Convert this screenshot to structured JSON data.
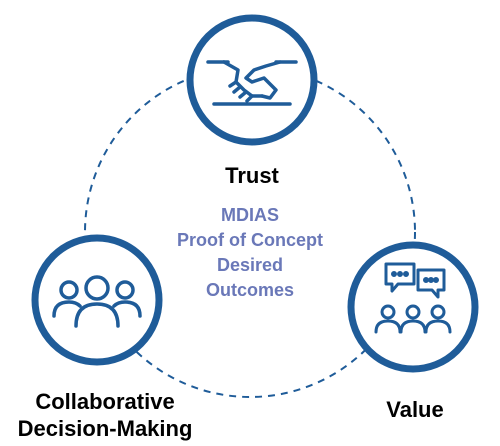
{
  "colors": {
    "primary": "#1f5c99",
    "center_text": "#6a78b8",
    "label": "#000000"
  },
  "nodes": {
    "trust": {
      "label": "Trust",
      "icon": "handshake-icon"
    },
    "collaborative": {
      "label_line1": "Collaborative",
      "label_line2": "Decision-Making",
      "icon": "people-group-icon"
    },
    "value": {
      "label": "Value",
      "icon": "discussion-icon"
    }
  },
  "center": {
    "line1": "MDIAS",
    "line2": "Proof of Concept",
    "line3": "Desired",
    "line4": "Outcomes"
  }
}
